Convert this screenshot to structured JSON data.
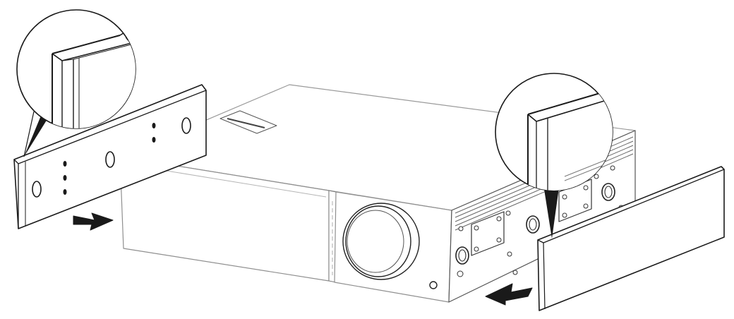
{
  "diagram": {
    "subject": "rack-mount-ear-installation",
    "colors": {
      "background": "#ffffff",
      "ink": "#1a1a1a",
      "light_ink": "#9a9a9a",
      "panel_fill": "#ffffff",
      "arrow_fill": "#1a1a1a"
    },
    "parts": [
      {
        "id": "left-rack-ear",
        "icon": "rack-ear-bracket"
      },
      {
        "id": "right-rack-ear",
        "icon": "rack-ear-bracket"
      },
      {
        "id": "amplifier-chassis",
        "icon": "hifi-unit"
      },
      {
        "id": "volume-knob",
        "icon": "rotary-knob"
      },
      {
        "id": "left-detail-callout",
        "icon": "magnifier-circle"
      },
      {
        "id": "right-detail-callout",
        "icon": "magnifier-circle"
      },
      {
        "id": "left-insert-arrow",
        "icon": "arrow-right"
      },
      {
        "id": "right-insert-arrow",
        "icon": "arrow-left"
      }
    ]
  }
}
